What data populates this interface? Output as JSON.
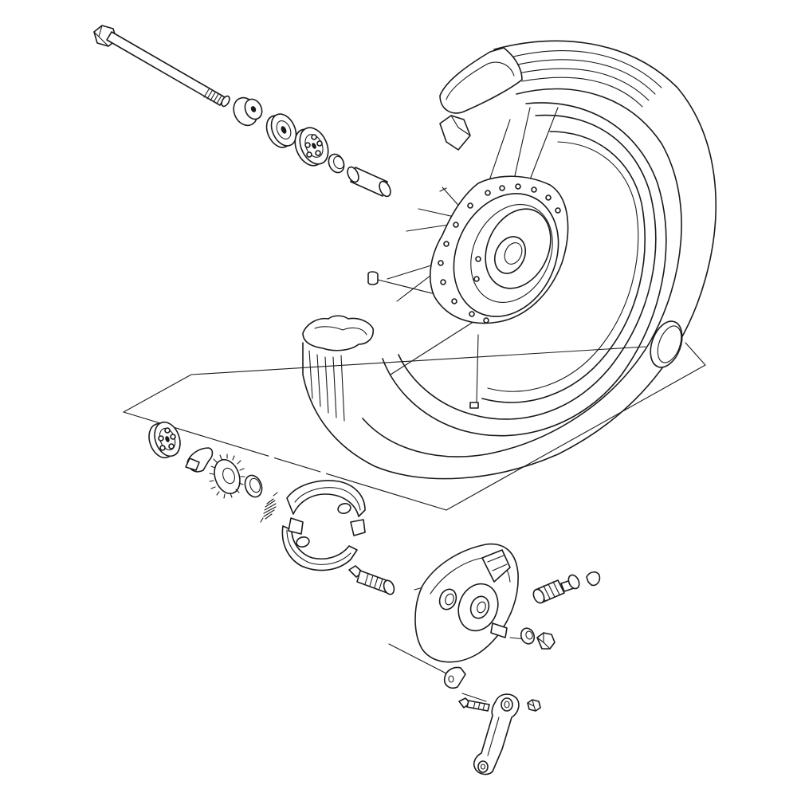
{
  "diagram": {
    "type": "exploded-parts-diagram",
    "subject": "front-wheel-assembly",
    "line_color": "#1a1a1a",
    "background": "#ffffff",
    "parts": [
      "axle-bolt",
      "axle-collar",
      "oil-seal",
      "bearing",
      "circlip",
      "bearing-spacer",
      "tire",
      "wheel-rim",
      "spokes",
      "wheel-hub",
      "tire-rim-band",
      "hub-bearing",
      "speedometer-gear-retainer",
      "speedometer-drive-gear",
      "gear-washer",
      "brake-shoe-spring",
      "brake-shoes",
      "brake-cam",
      "brake-panel",
      "speedometer-pinion",
      "pinion-circlip",
      "panel-washer",
      "panel-nut",
      "indicator-plate",
      "brake-arm-bolt",
      "brake-arm",
      "brake-arm-nut"
    ]
  }
}
